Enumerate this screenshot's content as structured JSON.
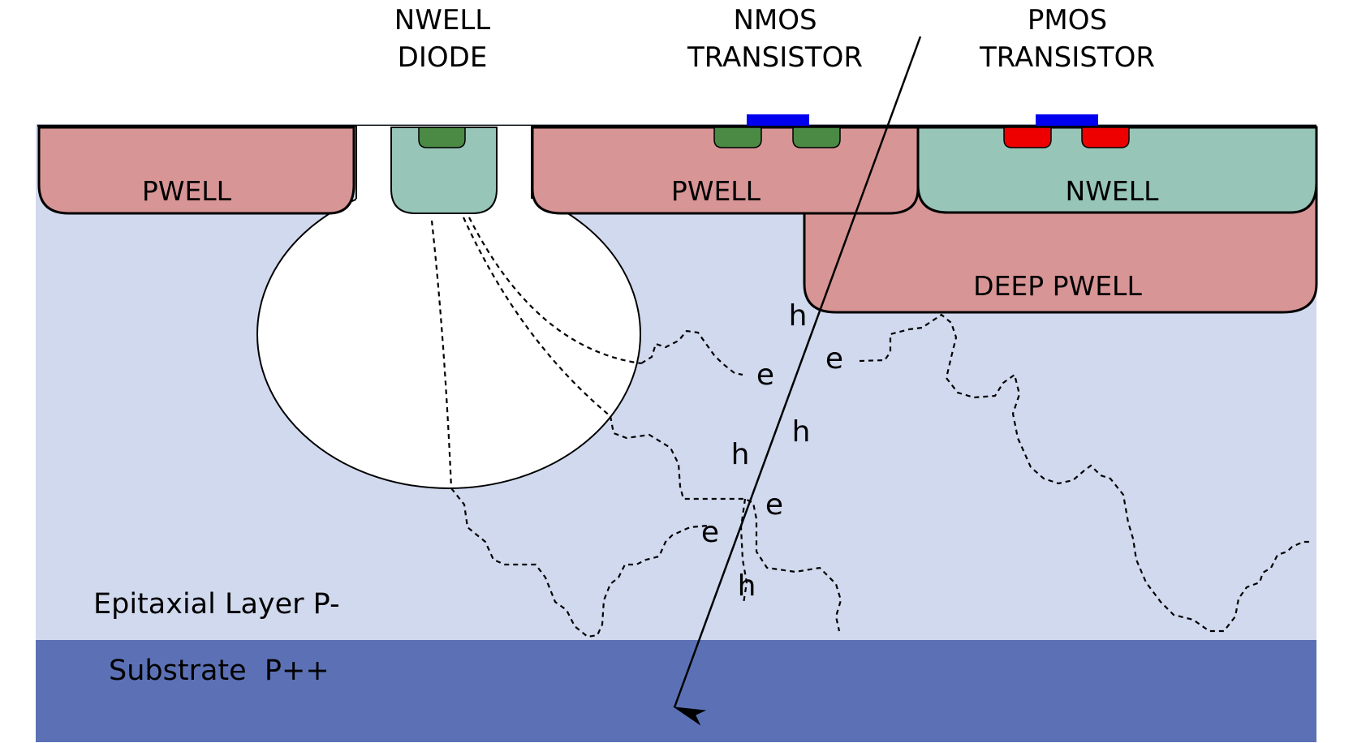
{
  "colors": {
    "epitaxial": "#d1d9ee",
    "substrate": "#5c71b5",
    "pwell": "#d89595",
    "nwell": "#97c5b8",
    "n_plus": "#4a8a44",
    "p_plus": "#ee0000",
    "gate": "#0000ee",
    "depletion": "#ffffff",
    "outline": "#000000"
  },
  "headers": {
    "diode": [
      "NWELL",
      "DIODE"
    ],
    "nmos": [
      "NMOS",
      "TRANSISTOR"
    ],
    "pmos": [
      "PMOS",
      "TRANSISTOR"
    ]
  },
  "regions": {
    "pwell_left": "PWELL",
    "pwell_mid": "PWELL",
    "nwell": "NWELL",
    "deep_pwell": "DEEP PWELL"
  },
  "layers": {
    "epitaxial": "Epitaxial Layer P-",
    "substrate": "Substrate  P++"
  },
  "carriers": {
    "h1": "h",
    "e1": "e",
    "e2": "e",
    "h2": "h",
    "h3": "h",
    "e3": "e",
    "e4": "e",
    "h4": "h"
  },
  "icons": {
    "particle_track": "arrow-icon"
  }
}
